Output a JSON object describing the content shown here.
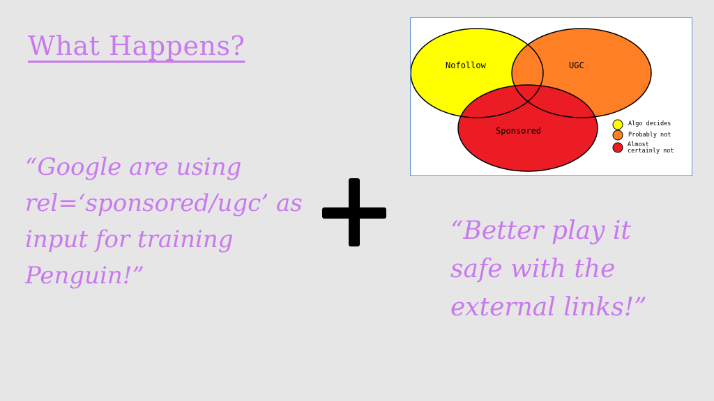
{
  "slide": {
    "title": "What Happens?",
    "quote_left": "“Google are using\nrel=‘sponsored/ugc’ as\ninput for training\nPenguin!”",
    "quote_right": "“Better play it\nsafe with the\nexternal links!”",
    "plus_symbol": "plus-icon"
  },
  "venn": {
    "circles": [
      {
        "label": "Nofollow",
        "color": "#ffff00"
      },
      {
        "label": "UGC",
        "color": "#ff8024"
      },
      {
        "label": "Sponsored",
        "color": "#ec1c24"
      }
    ],
    "legend": [
      {
        "lines": [
          "Algo decides"
        ],
        "color": "#ffff00"
      },
      {
        "lines": [
          "Probably not"
        ],
        "color": "#ff8024"
      },
      {
        "lines": [
          "Almost",
          "certainly not"
        ],
        "color": "#ec1c24"
      }
    ]
  },
  "colors": {
    "background": "#e6e6e6",
    "text_accent": "#c979ef",
    "frame_border": "#5b8fd6"
  }
}
